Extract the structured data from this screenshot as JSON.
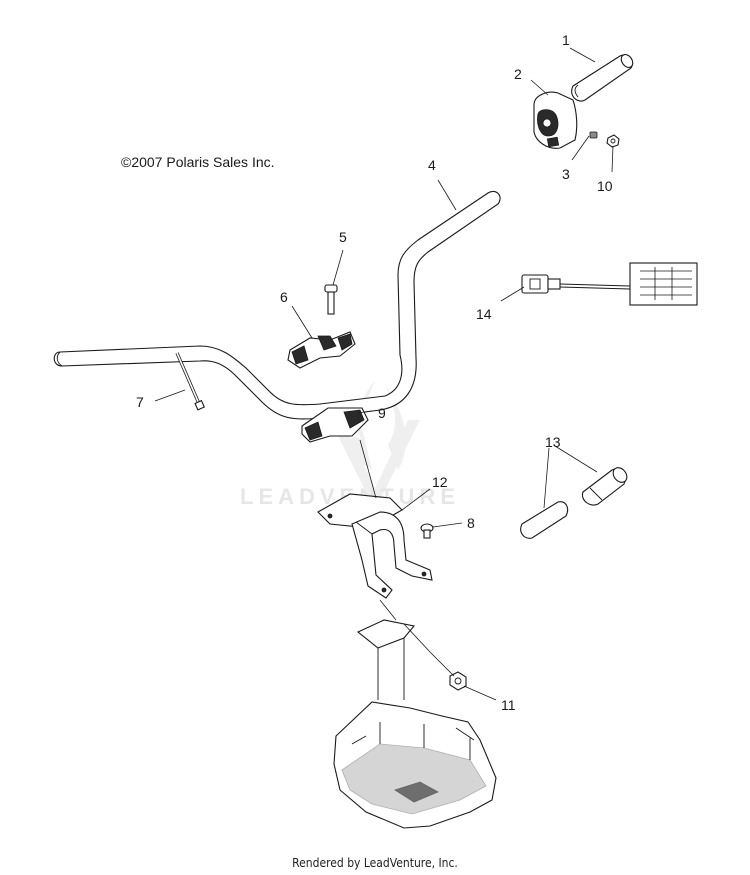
{
  "copyright": "©2007 Polaris Sales Inc.",
  "footer": "Rendered by LeadVenture, Inc.",
  "watermark": "LEADVENTURE",
  "callouts": {
    "c1": "1",
    "c2": "2",
    "c3": "3",
    "c4": "4",
    "c5": "5",
    "c6": "6",
    "c7": "7",
    "c8": "8",
    "c9": "9",
    "c10": "10",
    "c11": "11",
    "c12": "12",
    "c13": "13",
    "c14": "14"
  }
}
